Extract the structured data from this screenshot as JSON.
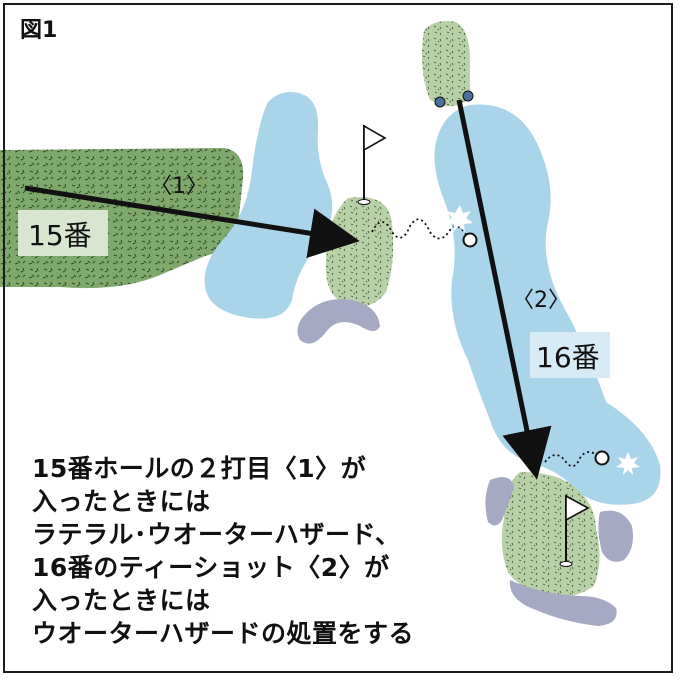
{
  "figure_label": "図1",
  "hole_15": {
    "label": "15番",
    "shot_marker": "〈1〉"
  },
  "hole_16": {
    "label": "16番",
    "shot_marker": "〈2〉"
  },
  "caption": {
    "lines": [
      "15番ホールの２打目〈1〉が",
      "入ったときには",
      "ラテラル･ウオーターハザード、",
      "16番のティーショット〈2〉が",
      "入ったときには",
      "ウオーターハザードの処置をする"
    ]
  },
  "colors": {
    "fairway": "#7fa86c",
    "green": "#b9d1a7",
    "water": "#a9d4ea",
    "bunker": "#a6a9c4",
    "ink": "#111111"
  },
  "icons": [
    "flag-icon",
    "ball-icon",
    "splash-icon",
    "tee-marker-icon",
    "arrow-icon"
  ]
}
